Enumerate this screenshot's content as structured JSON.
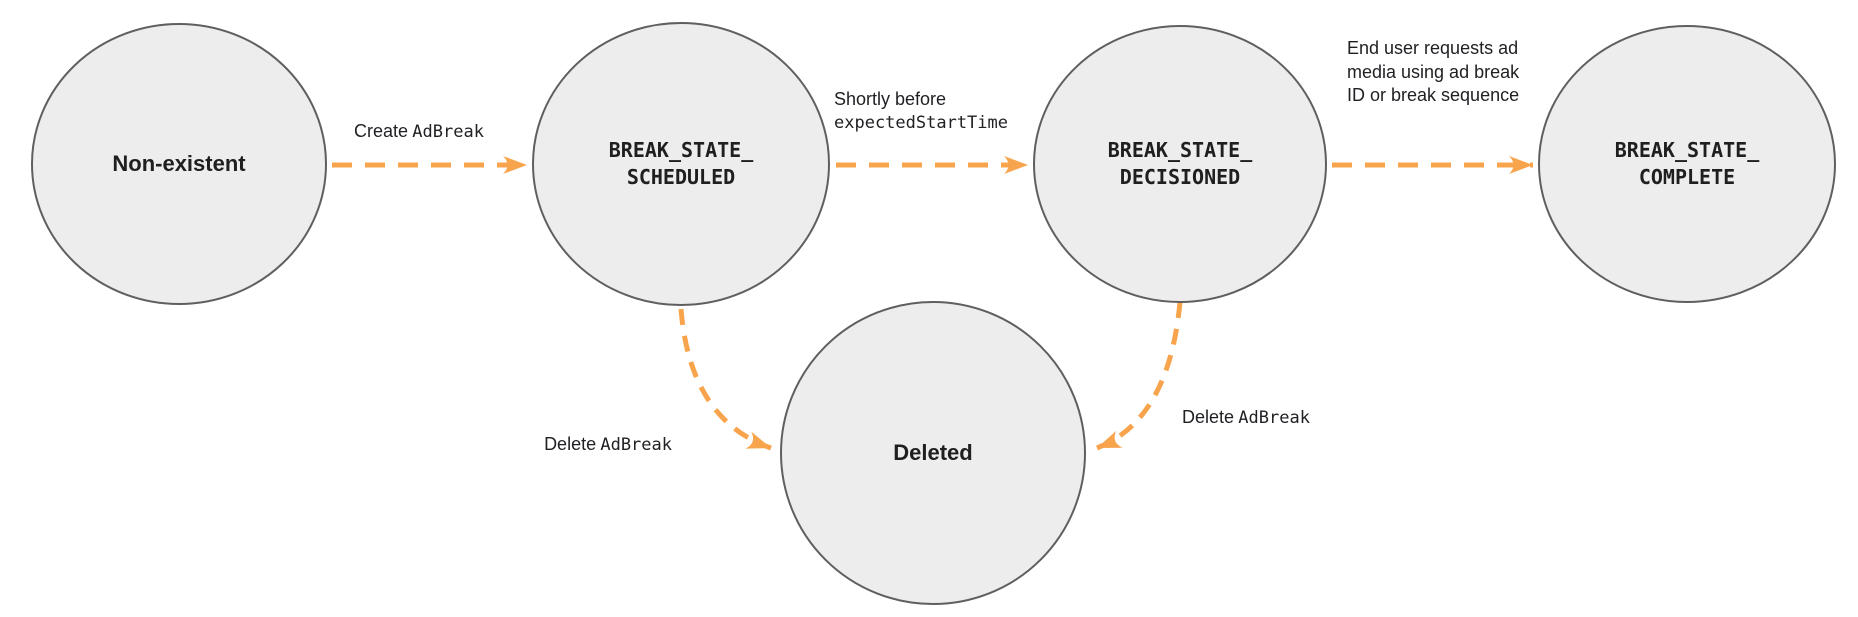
{
  "colors": {
    "arrow": "#F8A44C",
    "node_fill": "#EDEDED",
    "node_stroke": "#5F5F5F",
    "text": "#1F1F1F"
  },
  "states": {
    "non_existent": {
      "label": "Non-existent"
    },
    "scheduled": {
      "line1": "BREAK_STATE_",
      "line2": "SCHEDULED"
    },
    "decisioned": {
      "line1": "BREAK_STATE_",
      "line2": "DECISIONED"
    },
    "complete": {
      "line1": "BREAK_STATE_",
      "line2": "COMPLETE"
    },
    "deleted": {
      "label": "Deleted"
    }
  },
  "edges": {
    "create": {
      "plain": "Create",
      "code": "AdBreak"
    },
    "shortly": {
      "plain": "Shortly before",
      "code": "expectedStartTime"
    },
    "enduser": {
      "text": "End user requests ad media using ad break ID or break sequence"
    },
    "delete_left": {
      "plain": "Delete",
      "code": "AdBreak"
    },
    "delete_right": {
      "plain": "Delete",
      "code": "AdBreak"
    }
  }
}
